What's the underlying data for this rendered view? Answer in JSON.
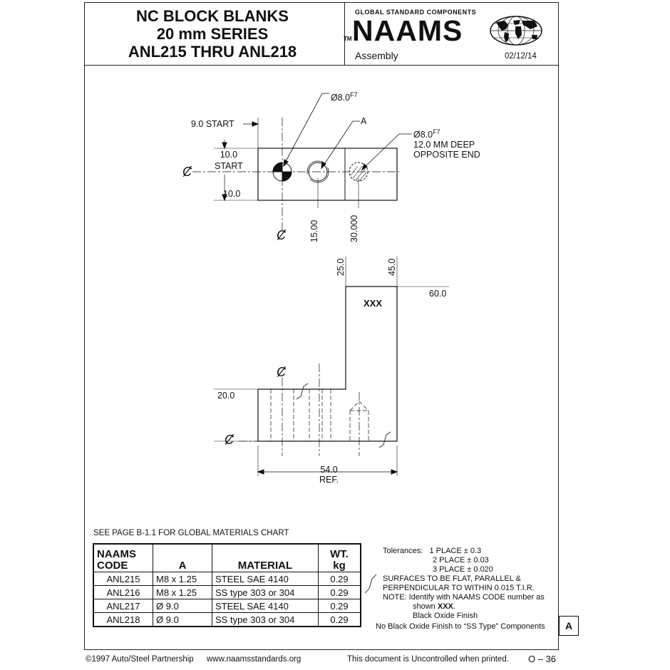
{
  "header": {
    "title_lines": [
      "NC BLOCK BLANKS",
      "20 mm SERIES",
      "ANL215 THRU ANL218"
    ],
    "brand_tagline": "GLOBAL STANDARD COMPONENTS",
    "brand_tm": "TM",
    "brand_name": "NAAMS",
    "section": "Assembly",
    "date": "02/12/14"
  },
  "drawing": {
    "hole_dia_top": "Ø8.0",
    "fit_top": "F7",
    "start_9": "9.0 START",
    "label_a": "A",
    "hole_dia_side": "Ø8.0",
    "fit_side": "F7",
    "deep_note": "12.0 MM DEEP",
    "opposite_end": "OPPOSITE END",
    "dim_10_start": "10.0",
    "start_word": "START",
    "dim_10": "10.0",
    "dim_15": "15.00",
    "dim_30": "30.000",
    "dim_25": "25.0",
    "dim_45": "45.0",
    "dim_60": "60.0",
    "xxx": "XXX",
    "dim_20": "20.0",
    "dim_54": "54.0",
    "ref": "REF.",
    "centerline_symbol": "Ȼ"
  },
  "materials_note": "SEE PAGE B-1.1 FOR GLOBAL MATERIALS CHART",
  "table": {
    "headers": [
      "NAAMS\nCODE",
      "A",
      "MATERIAL",
      "WT.\nkg"
    ],
    "rows": [
      [
        "ANL215",
        "M8 x 1.25",
        "STEEL SAE 4140",
        "0.29"
      ],
      [
        "ANL216",
        "M8 x 1.25",
        "SS type 303 or 304",
        "0.29"
      ],
      [
        "ANL217",
        "Ø 9.0",
        "STEEL SAE 4140",
        "0.29"
      ],
      [
        "ANL218",
        "Ø 9.0",
        "SS type 303 or 304",
        "0.29"
      ]
    ]
  },
  "notes": {
    "tolerances_label": "Tolerances:",
    "tol1": "1 PLACE ± 0.3",
    "tol2": "2 PLACE ± 0.03",
    "tol3": "3 PLACE ± 0.020",
    "flat1": "SURFACES TO BE FLAT, PARALLEL &",
    "flat2": "PERPENDICULAR TO WITHIN 0.015 T.I.R.",
    "note1": "NOTE:  Identify with NAAMS CODE number as",
    "note2_a": "shown ",
    "note2_b": "XXX",
    "note2_c": ".",
    "note3": "Black Oxide Finish",
    "note4": "No Black Oxide Finish to “SS Type” Components",
    "rev": "A"
  },
  "footer": {
    "copyright": "©1997 Auto/Steel Partnership",
    "url": "www.naamsstandards.org",
    "uncontrolled": "This document is Uncontrolled when printed.",
    "page": "O – 36"
  }
}
